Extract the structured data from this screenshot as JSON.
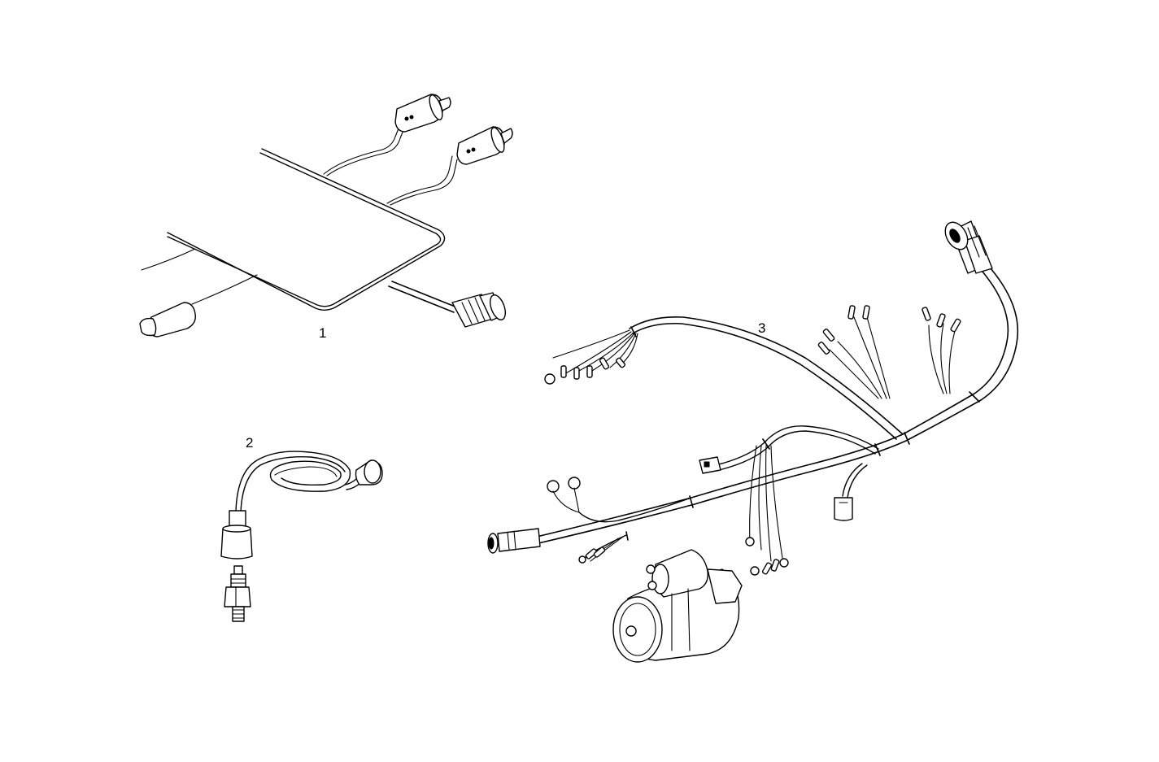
{
  "callouts": {
    "harness_1": "1",
    "sensor_cable_2": "2",
    "main_harness_3": "3"
  },
  "colors": {
    "line": "#000000",
    "background": "#ffffff"
  }
}
